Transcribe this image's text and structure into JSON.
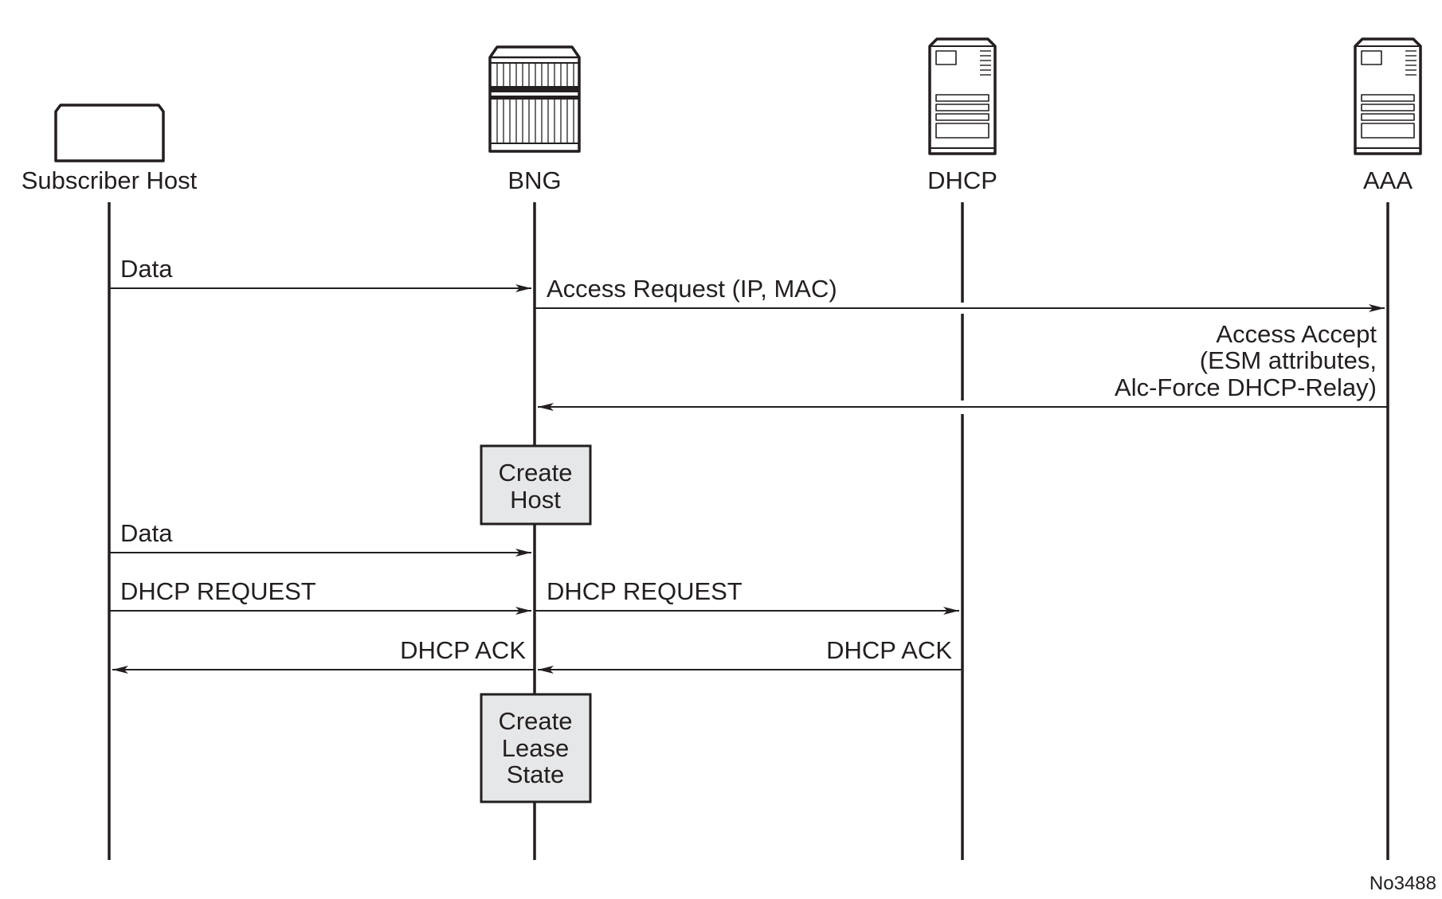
{
  "participants": {
    "subscriber_host": "Subscriber Host",
    "bng": "BNG",
    "dhcp": "DHCP",
    "aaa": "AAA"
  },
  "messages": [
    {
      "from": "subscriber_host",
      "to": "bng",
      "label": [
        "Data"
      ]
    },
    {
      "from": "bng",
      "to": "aaa",
      "label": [
        "Access Request (IP, MAC)"
      ]
    },
    {
      "from": "aaa",
      "to": "bng",
      "label": [
        "Access Accept",
        "(ESM attributes,",
        "Alc-Force DHCP-Relay)"
      ]
    },
    {
      "from": "subscriber_host",
      "to": "bng",
      "label": [
        "Data"
      ]
    },
    {
      "from": "subscriber_host",
      "to": "bng",
      "label": [
        "DHCP REQUEST"
      ]
    },
    {
      "from": "bng",
      "to": "dhcp",
      "label": [
        "DHCP REQUEST"
      ]
    },
    {
      "from": "bng",
      "to": "subscriber_host",
      "label": [
        "DHCP ACK"
      ]
    },
    {
      "from": "dhcp",
      "to": "bng",
      "label": [
        "DHCP ACK"
      ]
    }
  ],
  "processes": {
    "create_host": [
      "Create",
      "Host"
    ],
    "create_lease_state": [
      "Create",
      "Lease",
      "State"
    ]
  },
  "icons": {
    "subscriber_host": "host-device-icon",
    "bng": "router-chassis-icon",
    "dhcp": "server-icon",
    "aaa": "server-icon"
  },
  "figure_id": "No3488"
}
